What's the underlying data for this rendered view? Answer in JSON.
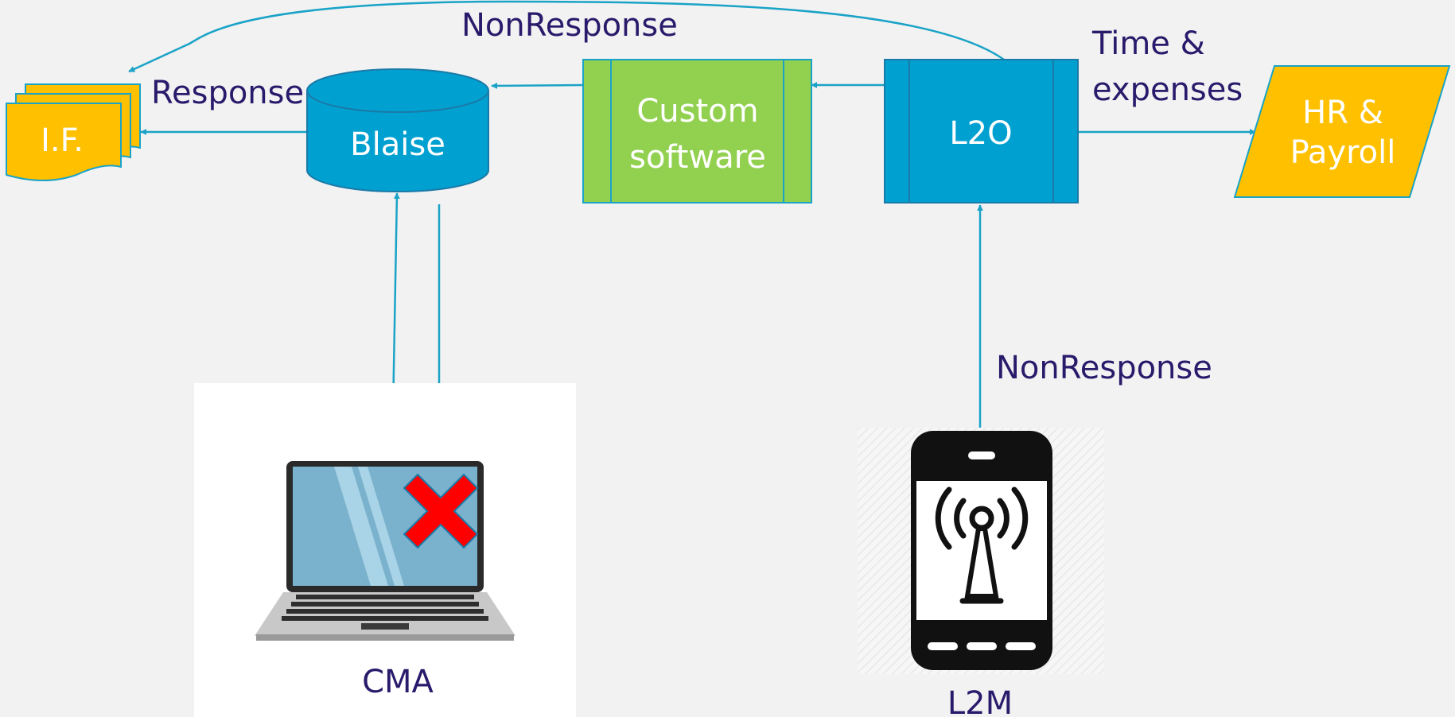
{
  "nodes": {
    "if_docs": {
      "label": "I.F."
    },
    "blaise": {
      "label": "Blaise"
    },
    "custom_software": {
      "line1": "Custom",
      "line2": "software"
    },
    "l2o": {
      "label": "L2O"
    },
    "hr_payroll": {
      "line1": "HR &",
      "line2": "Payroll"
    },
    "cma": {
      "label": "CMA"
    },
    "l2m": {
      "label": "L2M"
    }
  },
  "edges": {
    "l2o_to_if": "NonResponse",
    "blaise_to_if": "Response",
    "l2o_to_hr_line1": "Time &",
    "l2o_to_hr_line2": "expenses",
    "l2m_to_l2o": "NonResponse"
  },
  "colors": {
    "background": "#f2f2f2",
    "connector": "#1aa3c7",
    "label_text": "#2a1a6b",
    "doc_yellow": "#ffc000",
    "database_blue": "#00a0d0",
    "process_green": "#92d050",
    "process_blue": "#00a0d0",
    "error_red": "#ff0000"
  },
  "icons": {
    "cma_device": "laptop-with-red-x-icon",
    "l2m_device": "smartphone-antenna-icon"
  }
}
